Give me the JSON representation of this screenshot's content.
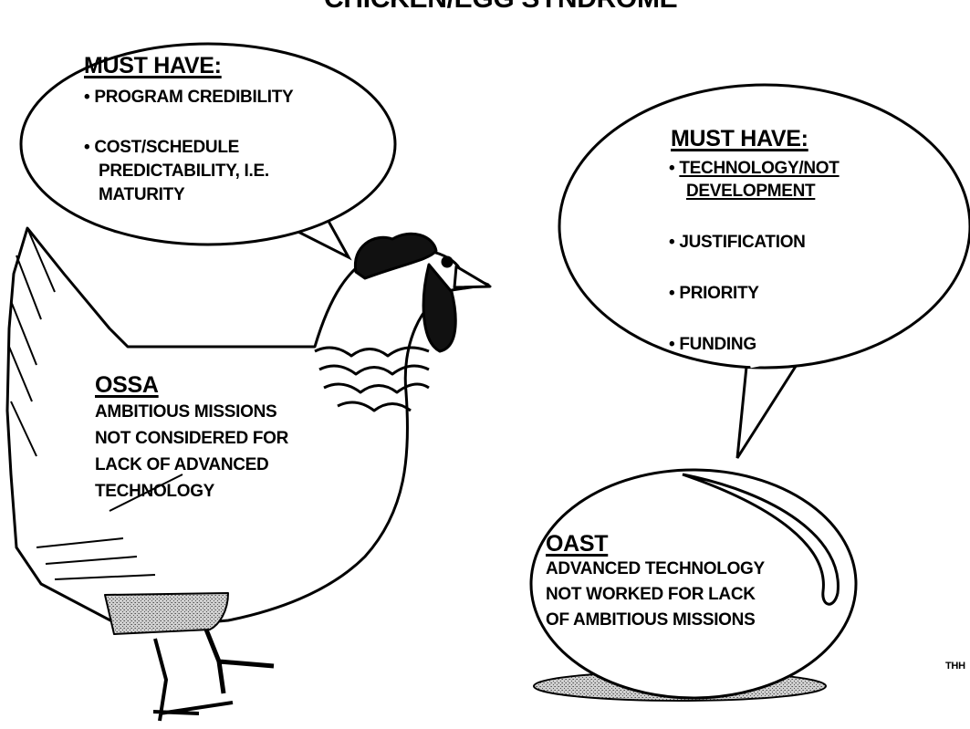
{
  "title": "CHICKEN/EGG SYNDROME",
  "ossa_bubble": {
    "heading": "MUST HAVE:",
    "items": [
      "PROGRAM CREDIBILITY",
      "COST/SCHEDULE",
      "PREDICTABILITY, I.E.",
      "MATURITY"
    ]
  },
  "oast_bubble": {
    "heading": "MUST HAVE:",
    "items": [
      "TECHNOLOGY/NOT",
      "DEVELOPMENT",
      "JUSTIFICATION",
      "PRIORITY",
      "FUNDING"
    ]
  },
  "chicken": {
    "label": "OSSA",
    "lines": [
      "AMBITIOUS MISSIONS",
      "NOT CONSIDERED FOR",
      "LACK OF ADVANCED",
      "TECHNOLOGY"
    ]
  },
  "egg": {
    "label": "OAST",
    "lines": [
      "ADVANCED TECHNOLOGY",
      "NOT WORKED FOR LACK",
      "OF AMBITIOUS MISSIONS"
    ]
  },
  "footer_code": "THH"
}
